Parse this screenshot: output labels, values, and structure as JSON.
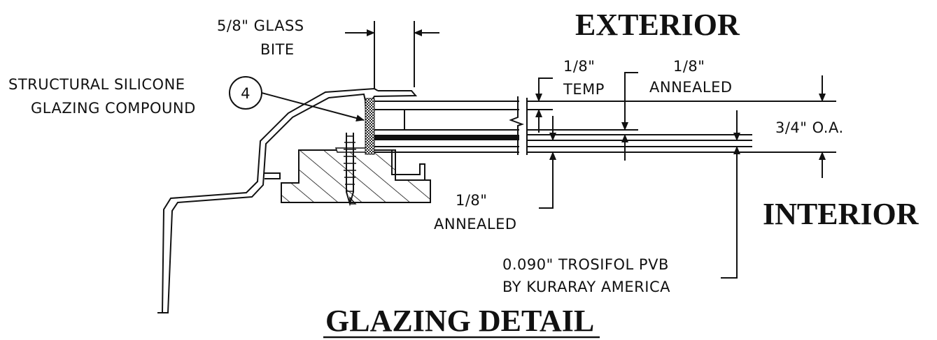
{
  "labels": {
    "glass_bite_1": "5/8\" GLASS",
    "glass_bite_2": "BITE",
    "silicone_1": "STRUCTURAL SILICONE",
    "silicone_2": "GLAZING COMPOUND",
    "callout_number": "4",
    "exterior": "EXTERIOR",
    "interior": "INTERIOR",
    "temp_1": "1/8\"",
    "temp_2": "TEMP",
    "annealed_top_1": "1/8\"",
    "annealed_top_2": "ANNEALED",
    "overall": "3/4\" O.A.",
    "annealed_bot_1": "1/8\"",
    "annealed_bot_2": "ANNEALED",
    "pvb_1": "0.090\" TROSIFOL PVB",
    "pvb_2": "BY KURARAY AMERICA",
    "title": "GLAZING DETAIL"
  },
  "colors": {
    "ink": "#111111",
    "paper": "#ffffff"
  }
}
